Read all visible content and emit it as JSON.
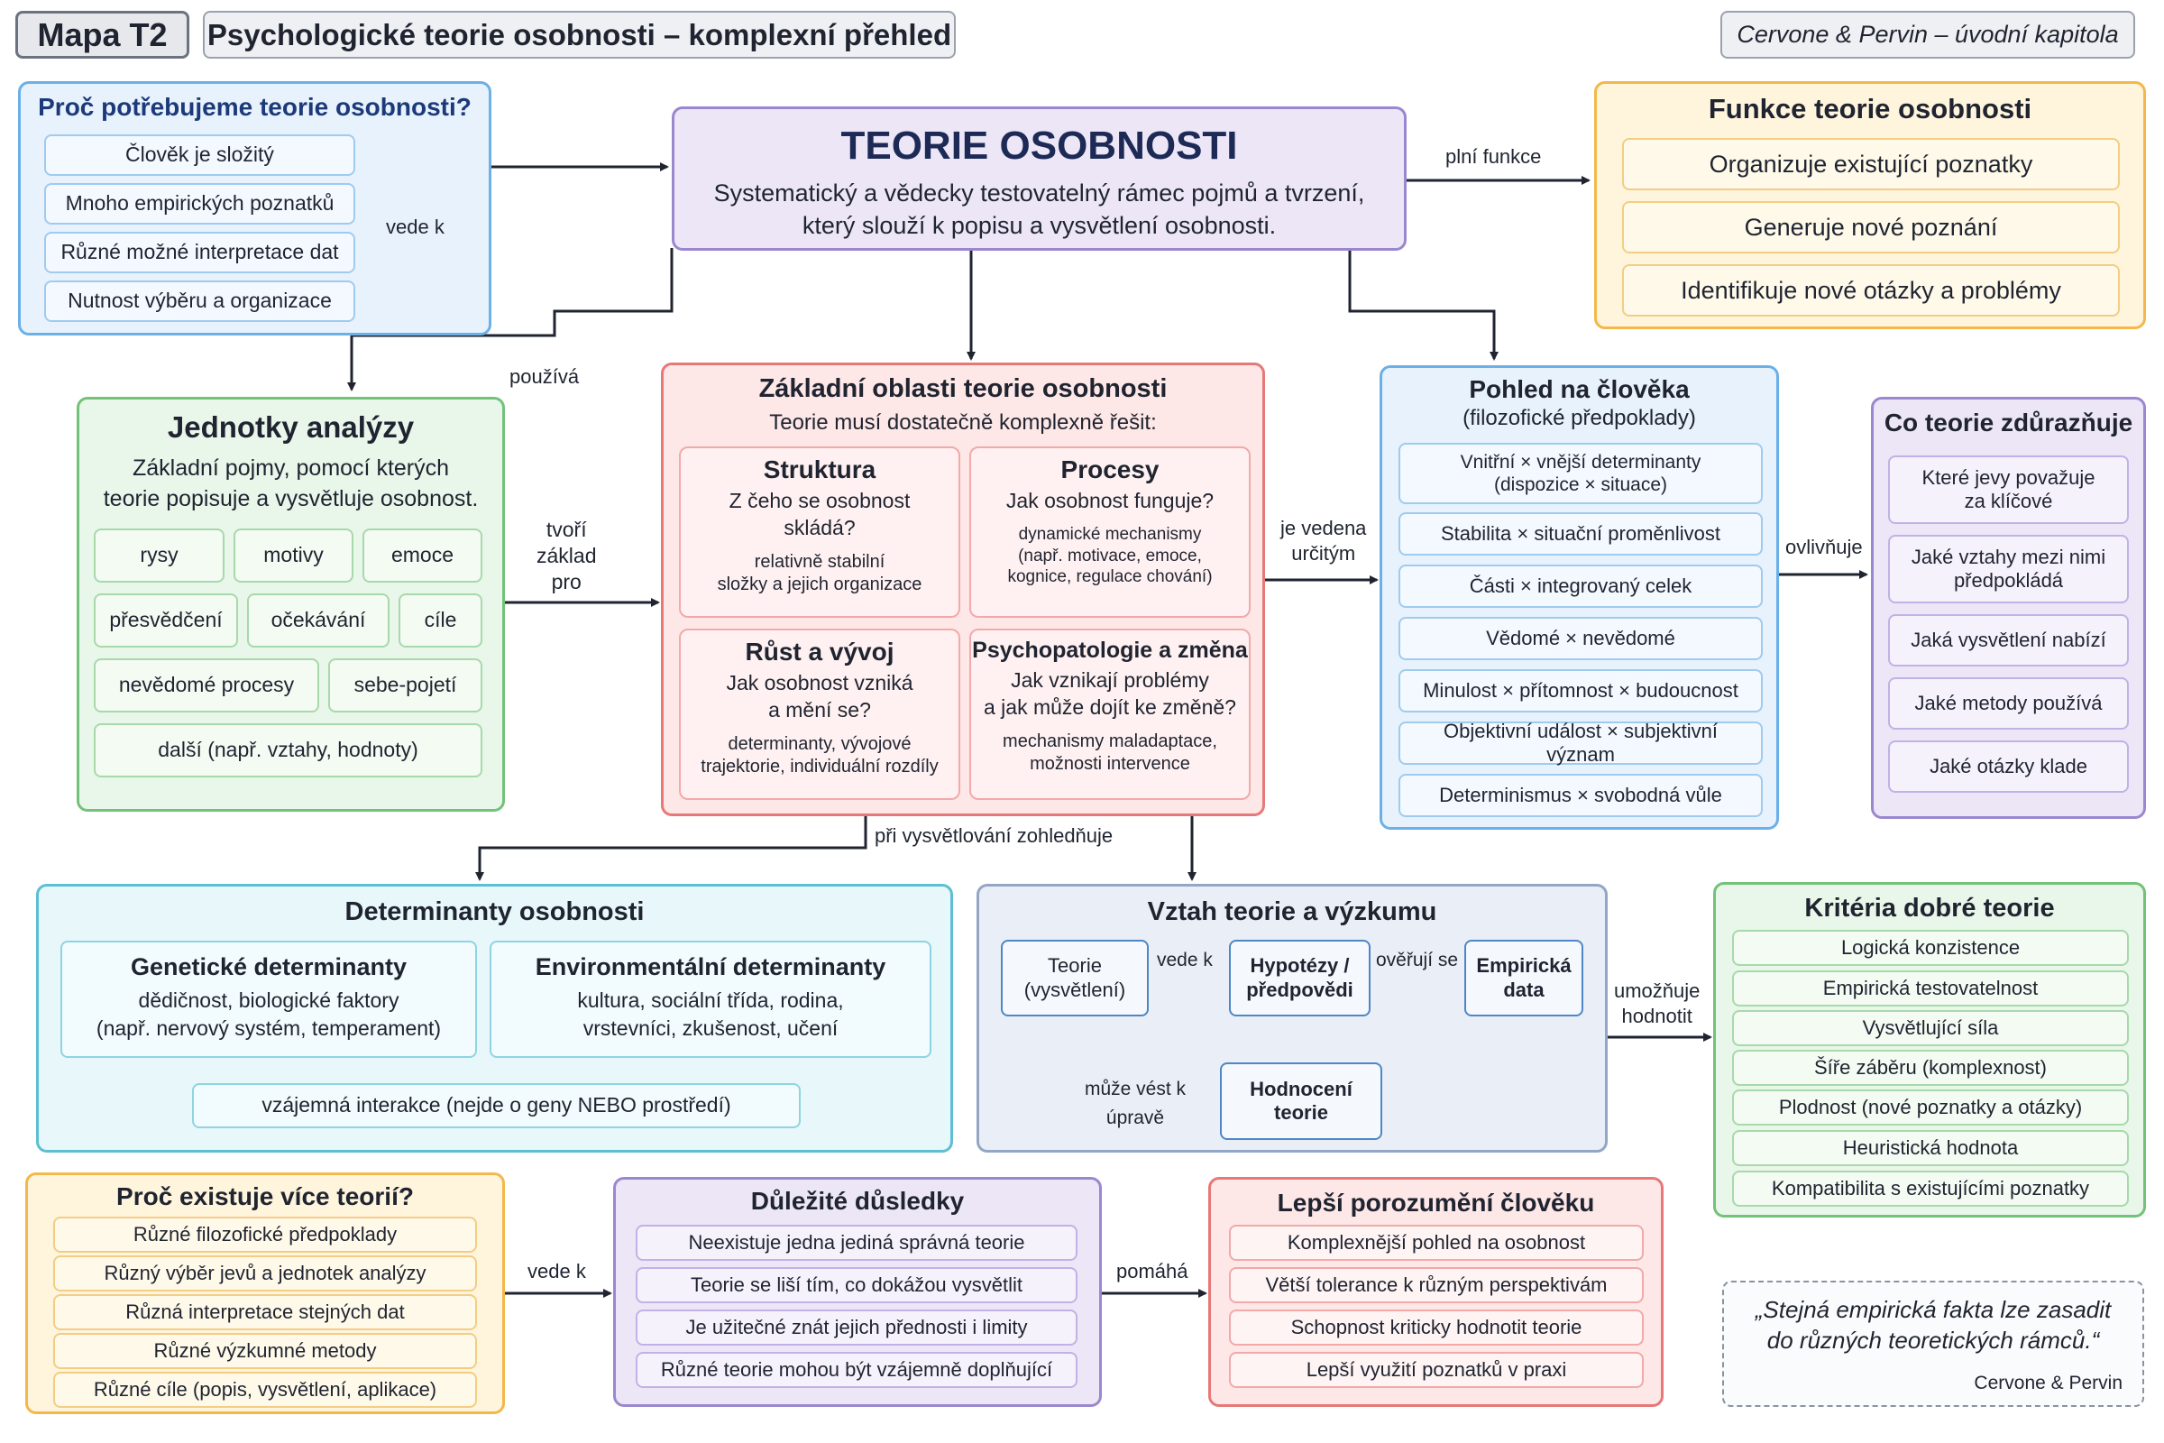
{
  "header": {
    "map_id": "Mapa T2",
    "title": "Psychologické teorie osobnosti – komplexní přehled",
    "source": "Cervone & Pervin – úvodní kapitola"
  },
  "why_theories": {
    "title": "Proč potřebujeme teorie osobnosti?",
    "items": [
      "Člověk je složitý",
      "Mnoho empirických poznatků",
      "Různé možné interpretace dat",
      "Nutnost výběru a organizace"
    ],
    "brace_label": "vede k"
  },
  "central": {
    "title": "TEORIE OSOBNOSTI",
    "definition": "Systematický a vědecky testovatelný rámec pojmů a tvrzení,\nkterý slouží k popisu a vysvětlení osobnosti."
  },
  "functions": {
    "title": "Funkce teorie osobnosti",
    "items": [
      "Organizuje existující poznatky",
      "Generuje nové poznání",
      "Identifikuje nové otázky a problémy"
    ]
  },
  "units": {
    "title": "Jednotky analýzy",
    "desc": "Základní pojmy, pomocí kterých\nteorie popisuje a vysvětluje osobnost.",
    "items": [
      "rysy",
      "motivy",
      "emoce",
      "přesvědčení",
      "očekávání",
      "cíle",
      "nevědomé procesy",
      "sebe-pojetí",
      "další (např. vztahy, hodnoty)"
    ]
  },
  "areas": {
    "title": "Základní oblasti teorie osobnosti",
    "subtitle": "Teorie musí dostatečně komplexně řešit:",
    "cells": [
      {
        "head": "Struktura",
        "q": "Z čeho se osobnost\nskládá?",
        "d": "relativně stabilní\nsložky a jejich organizace"
      },
      {
        "head": "Procesy",
        "q": "Jak osobnost funguje?",
        "d": "dynamické mechanismy\n(např. motivace, emoce,\nkognice, regulace chování)"
      },
      {
        "head": "Růst a vývoj",
        "q": "Jak osobnost vzniká\na mění se?",
        "d": "determinanty, vývojové\ntrajektorie, individuální rozdíly"
      },
      {
        "head": "Psychopatologie a změna",
        "q": "Jak vznikají problémy\na jak může dojít ke změně?",
        "d": "mechanismy maladaptace,\nmožnosti intervence"
      }
    ]
  },
  "view": {
    "title": "Pohled na člověka",
    "subtitle": "(filozofické předpoklady)",
    "items": [
      "Vnitřní × vnější determinanty\n(dispozice × situace)",
      "Stabilita × situační proměnlivost",
      "Části × integrovaný celek",
      "Vědomé × nevědomé",
      "Minulost × přítomnost × budoucnost",
      "Objektivní událost × subjektivní význam",
      "Determinismus × svobodná vůle"
    ]
  },
  "emphasis": {
    "title": "Co teorie zdůrazňuje",
    "items": [
      "Které jevy považuje\nza klíčové",
      "Jaké vztahy mezi nimi\npředpokládá",
      "Jaká vysvětlení nabízí",
      "Jaké metody používá",
      "Jaké otázky klade"
    ]
  },
  "determinants": {
    "title": "Determinanty osobnosti",
    "genetic_title": "Genetické determinanty",
    "genetic_desc": "dědičnost, biologické faktory\n(např. nervový systém, temperament)",
    "env_title": "Environmentální determinanty",
    "env_desc": "kultura, sociální třída, rodina,\nvrstevníci, zkušenost, učení",
    "interaction": "vzájemná interakce (nejde o geny NEBO prostředí)"
  },
  "research": {
    "title": "Vztah teorie a výzkumu",
    "theory": "Teorie\n(vysvětlení)",
    "hypotheses": "Hypotézy /\npředpovědi",
    "data": "Empirická\ndata",
    "evaluation": "Hodnocení\nteorie",
    "l_leads": "vede k",
    "l_verified": "ověřují se",
    "l_revision": "může vést k\núpravě"
  },
  "criteria": {
    "title": "Kritéria dobré teorie",
    "items": [
      "Logická konzistence",
      "Empirická testovatelnost",
      "Vysvětlující síla",
      "Šíře záběru (komplexnost)",
      "Plodnost (nové poznatky a otázky)",
      "Heuristická hodnota",
      "Kompatibilita s existujícími poznatky"
    ]
  },
  "many": {
    "title": "Proč existuje více teorií?",
    "items": [
      "Různé filozofické předpoklady",
      "Různý výběr jevů a jednotek analýzy",
      "Různá interpretace stejných dat",
      "Různé výzkumné metody",
      "Různé cíle (popis, vysvětlení, aplikace)"
    ]
  },
  "consequences": {
    "title": "Důležité důsledky",
    "items": [
      "Neexistuje jedna jediná správná teorie",
      "Teorie se liší tím, co dokážou vysvětlit",
      "Je užitečné znát jejich přednosti i limity",
      "Různé teorie mohou být vzájemně doplňující"
    ]
  },
  "better": {
    "title": "Lepší porozumění člověku",
    "items": [
      "Komplexnější pohled na osobnost",
      "Větší tolerance k různým perspektivám",
      "Schopnost kriticky hodnotit teorie",
      "Lepší využití poznatků v praxi"
    ]
  },
  "quote": {
    "text": "„Stejná empirická fakta lze zasadit\ndo různých teoretických rámců.“",
    "author": "Cervone & Pervin"
  },
  "connectors": {
    "fulfills": "plní funkce",
    "uses": "používá",
    "forms_basis": "tvoří\nzáklad\npro",
    "guided_by": "je vedena\nurčitým",
    "influences": "ovlivňuje",
    "considers": "při vysvětlování zohledňuje",
    "enables": "umožňuje\nhodnotit",
    "leads_to": "vede k",
    "helps": "pomáhá"
  }
}
